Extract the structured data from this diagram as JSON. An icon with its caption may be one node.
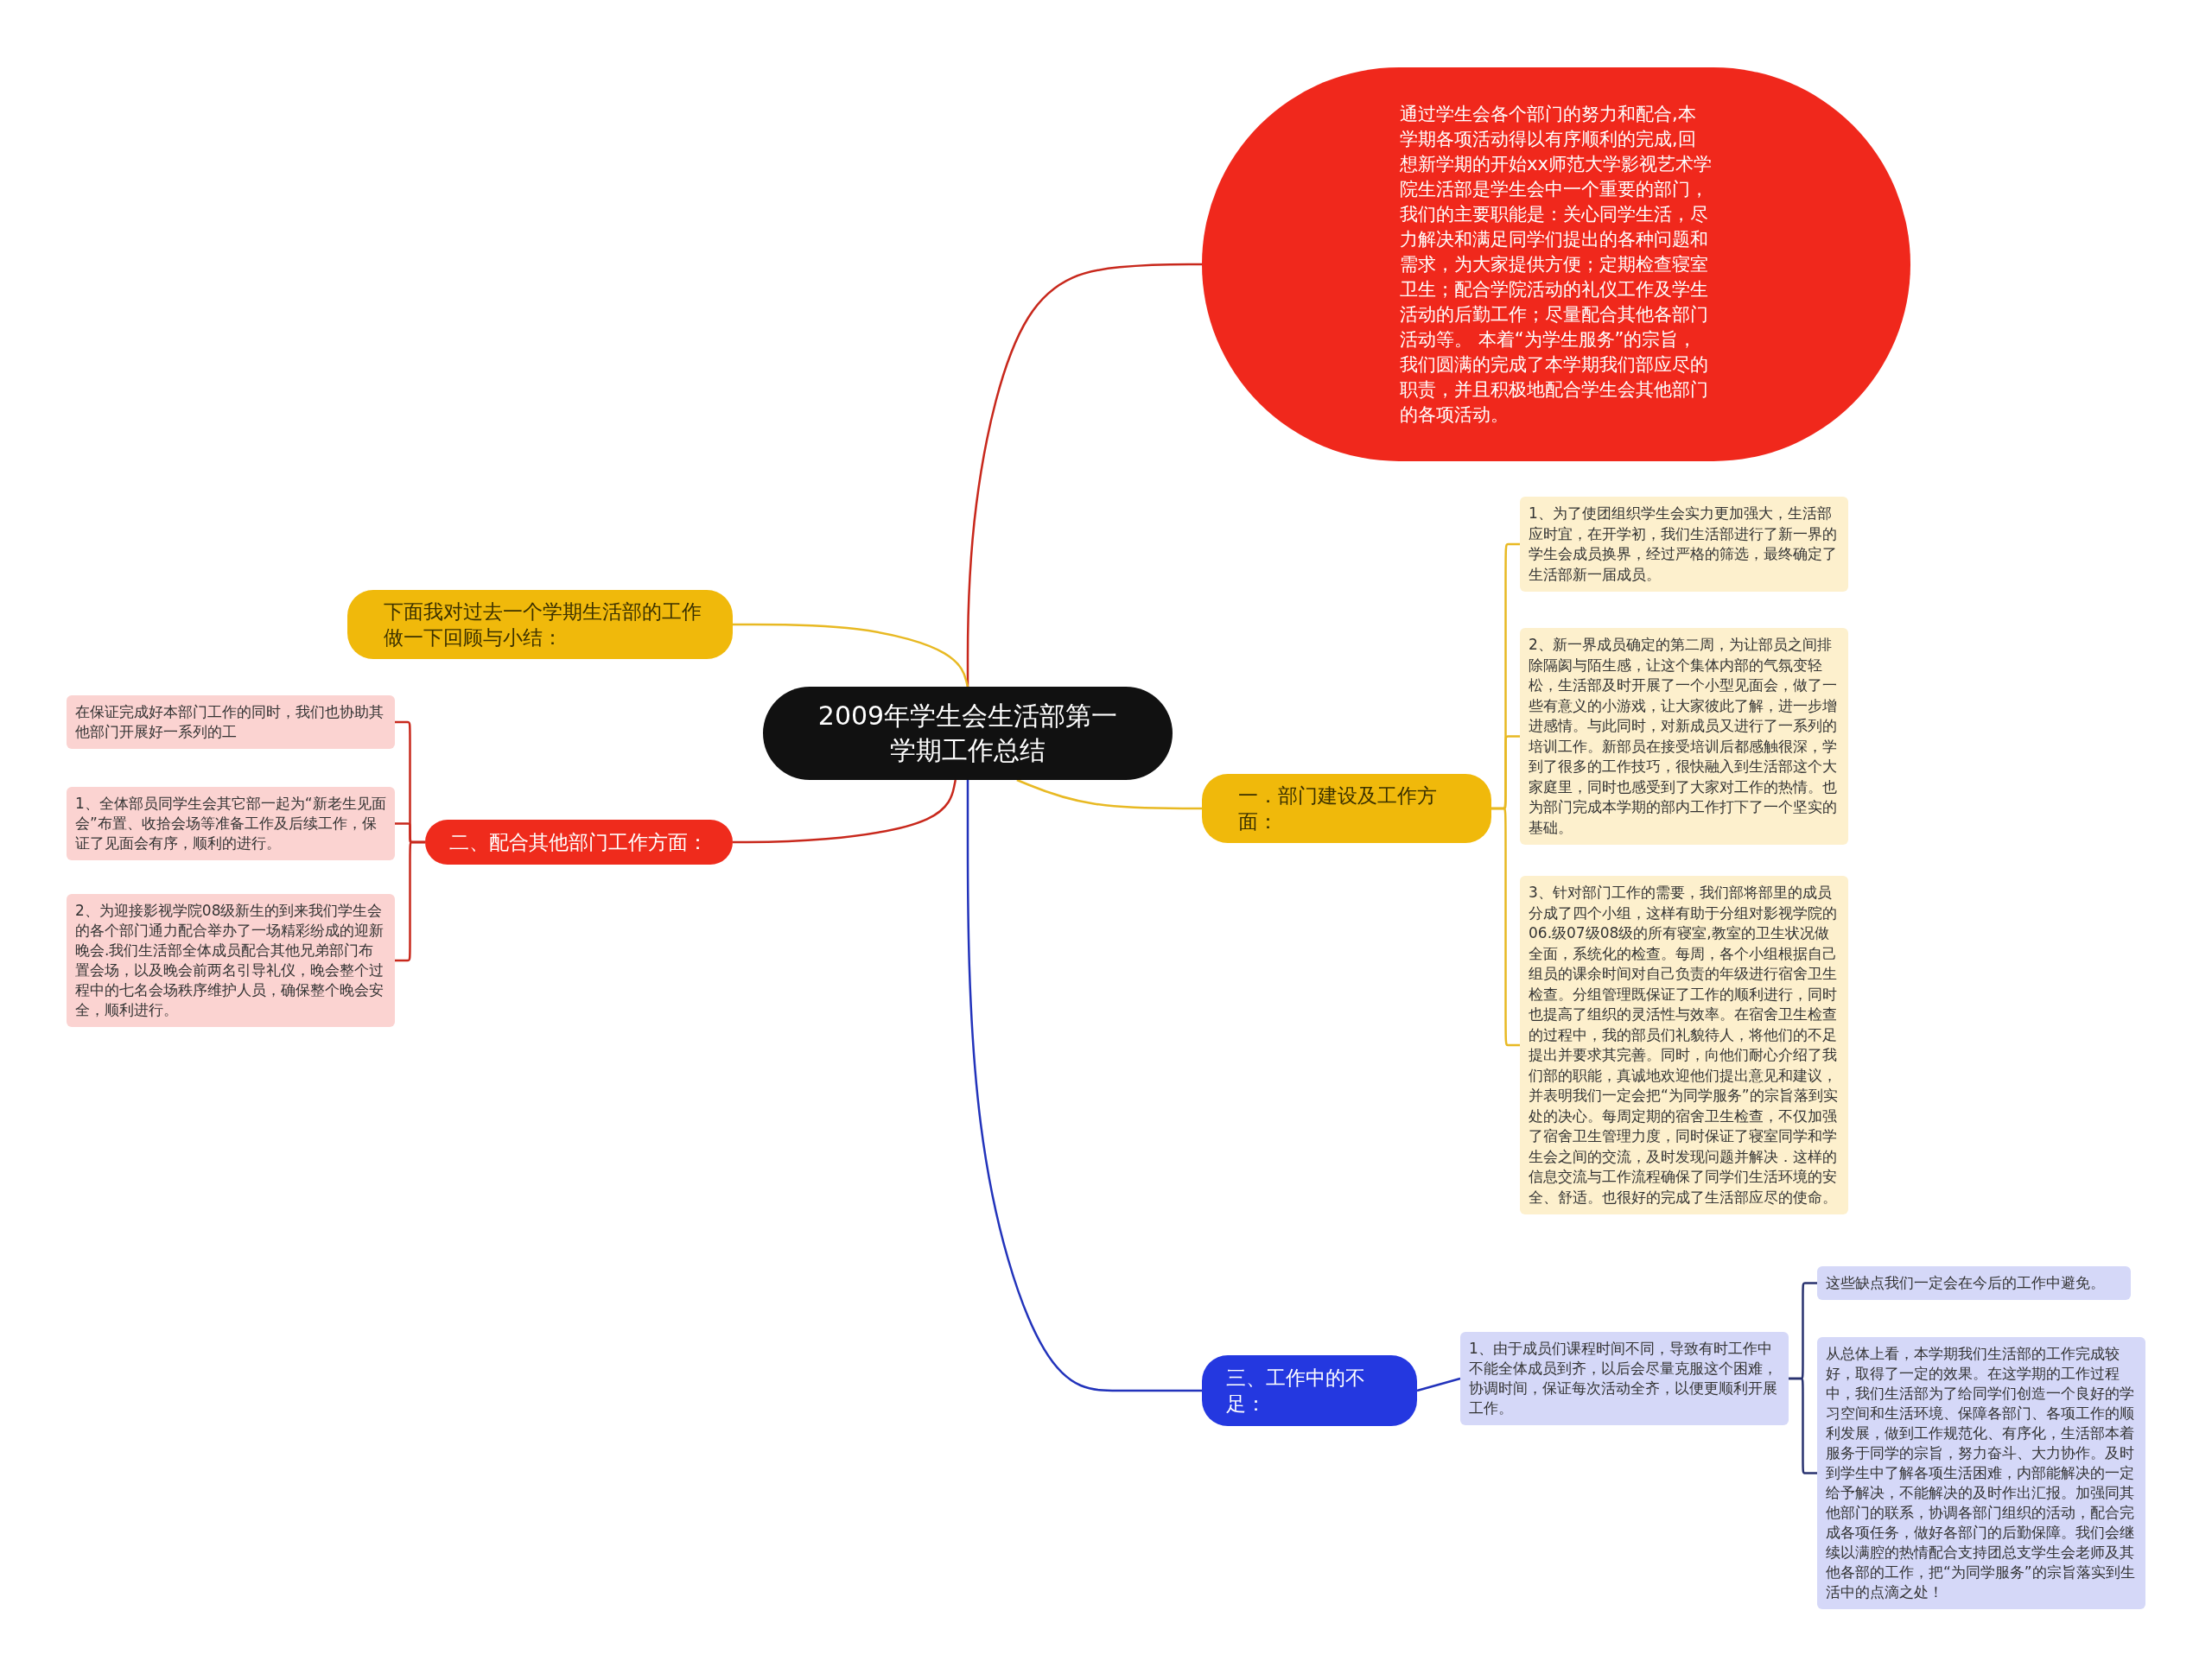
{
  "diagram": {
    "nodes": [
      {
        "text": [
          "2009年学生会生活部第一学期工作总结"
        ]
      },
      {
        "text": [
          "通过学生会各个部门的努力和配合,本学期各项活动得以有序顺利的完成,回想新学期的开始xx师范大学影视艺术学院生活部是学生会中一个重要的部门，我们的主要职能是：关心同学生活，尽力解决和满足同学们提出的各种问题和需求，为大家提供方便；定期检查寝室卫生；配合学院活动的礼仪工作及学生活动的后勤工作；尽量配合其他各部门活动等。 本着“为学生服务”的宗旨，我们圆满的完成了本学期我们部应尽的职责，并且积极地配合学生会其他部门的各项活动。"
        ]
      },
      {
        "text": [
          "下面我对过去一个学期生活部的工作做一下回顾与小结："
        ]
      },
      {
        "text": [
          "二、配合其他部门工作方面："
        ]
      },
      {
        "text": [
          "在保证完成好本部门工作的同时，我们也协助其他部门开展好一系列的工"
        ]
      },
      {
        "text": [
          "1、全体部员同学生会其它部一起为“新老生见面会”布置、收拾会场等准备工作及后续工作，保证了见面会有序，顺利的进行。"
        ]
      },
      {
        "text": [
          "2、为迎接影视学院08级新生的到来我们学生会的各个部门通力配合举办了一场精彩纷成的迎新晚会.我们生活部全体成员配合其他兄弟部门布置会场，以及晚会前两名引导礼仪，晚会整个过程中的七名会场秩序维护人员，确保整个晚会安全，顺利进行。"
        ]
      },
      {
        "text": [
          "一．部门建设及工作方面："
        ]
      },
      {
        "text": [
          "1、为了使团组织学生会实力更加强大，生活部应时宜，在开学初，我们生活部进行了新一界的学生会成员换界，经过严格的筛选，最终确定了生活部新一届成员。"
        ]
      },
      {
        "text": [
          "2、新一界成员确定的第二周，为让部员之间排除隔阂与陌生感，让这个集体内部的气氛变轻松，生活部及时开展了一个小型见面会，做了一些有意义的小游戏，让大家彼此了解，进一步增进感情。与此同时，对新成员又进行了一系列的培训工作。新部员在接受培训后都感触很深，学到了很多的工作技巧，很快融入到生活部这个大家庭里，同时也感受到了大家对工作的热情。也为部门完成本学期的部内工作打下了一个坚实的基础。"
        ]
      },
      {
        "text": [
          "3、针对部门工作的需要，我们部将部里的成员分成了四个小组，这样有助于分组对影视学院的06.级07级08级的所有寝室,教室的卫生状况做全面，系统化的检查。每周，各个小组根据自己组员的课余时间对自己负责的年级进行宿舍卫生检查。分组管理既保证了工作的顺利进行，同时也提高了组织的灵活性与效率。在宿舍卫生检查的过程中，我的部员们礼貌待人，将他们的不足提出并要求其完善。同时，向他们耐心介绍了我们部的职能，真诚地欢迎他们提出意见和建议，并表明我们一定会把“为同学服务”的宗旨落到实处的决心。每周定期的宿舍卫生检查，不仅加强了宿舍卫生管理力度，同时保证了寝室同学和学生会之间的交流，及时发现问题并解决．这样的信息交流与工作流程确保了同学们生活环境的安全、舒适。也很好的完成了生活部应尽的使命。"
        ]
      },
      {
        "text": [
          "三、工作中的不足："
        ]
      },
      {
        "text": [
          "1、由于成员们课程时间不同，导致有时工作中不能全体成员到齐，以后会尽量克服这个困难，协调时间，保证每次活动全齐，以便更顺利开展工作。"
        ]
      },
      {
        "text": [
          "这些缺点我们一定会在今后的工作中避免。"
        ]
      },
      {
        "text": [
          "从总体上看，本学期我们生活部的工作完成较好，取得了一定的效果。在这学期的工作过程中，我们生活部为了给同学们创造一个良好的学习空间和生活环境、保障各部门、各项工作的顺利发展，做到工作规范化、有序化，生活部本着服务于同学的宗旨，努力奋斗、大力协作。及时到学生中了解各项生活困难，内部能解决的一定给予解决，不能解决的及时作出汇报。加强同其他部门的联系，协调各部门组织的活动，配合完成各项任务，做好各部门的后勤保障。我们会继续以满腔的热情配合支持团总支学生会老师及其他各部的工作，把“为同学服务”的宗旨落实到生活中的点滴之处！"
        ]
      }
    ],
    "edges": [
      {
        "from": 0,
        "to": 1,
        "arrow": "none",
        "color": "#c8281c"
      },
      {
        "from": 0,
        "to": 2,
        "arrow": "none",
        "color": "#e8b923"
      },
      {
        "from": 0,
        "to": 3,
        "arrow": "none",
        "color": "#c8281c"
      },
      {
        "from": 3,
        "to": 4,
        "arrow": "none",
        "color": "#c8281c"
      },
      {
        "from": 3,
        "to": 5,
        "arrow": "none",
        "color": "#c8281c"
      },
      {
        "from": 3,
        "to": 6,
        "arrow": "none",
        "color": "#c8281c"
      },
      {
        "from": 0,
        "to": 7,
        "arrow": "none",
        "color": "#e8b923"
      },
      {
        "from": 7,
        "to": 8,
        "arrow": "none",
        "color": "#e8b923"
      },
      {
        "from": 7,
        "to": 9,
        "arrow": "none",
        "color": "#e8b923"
      },
      {
        "from": 7,
        "to": 10,
        "arrow": "none",
        "color": "#e8b923"
      },
      {
        "from": 0,
        "to": 11,
        "arrow": "none",
        "color": "#2233bb"
      },
      {
        "from": 11,
        "to": 12,
        "arrow": "none",
        "color": "#2233bb"
      },
      {
        "from": 12,
        "to": 13,
        "arrow": "none",
        "color": "#2a3370"
      },
      {
        "from": 12,
        "to": 14,
        "arrow": "none",
        "color": "#2a3370"
      }
    ]
  }
}
